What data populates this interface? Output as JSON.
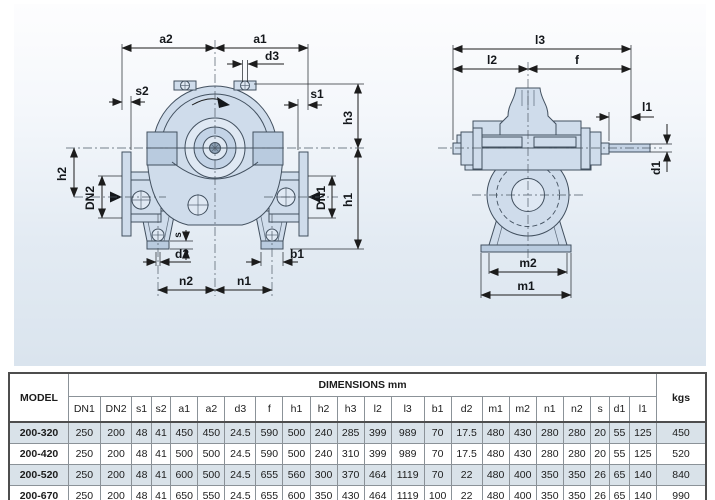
{
  "diagram": {
    "front_view": {
      "labels": {
        "a2": "a2",
        "a1": "a1",
        "d3": "d3",
        "s2": "s2",
        "s1": "s1",
        "h3": "h3",
        "h2": "h2",
        "h1": "h1",
        "dn2": "DN2",
        "dn1": "DN1",
        "s": "s",
        "d2": "d2",
        "b1": "b1",
        "n2": "n2",
        "n1": "n1"
      }
    },
    "side_view": {
      "labels": {
        "l3": "l3",
        "l2": "l2",
        "f": "f",
        "l1": "l1",
        "d1": "d1",
        "m2": "m2",
        "m1": "m1"
      }
    },
    "colors": {
      "body_fill": "#cfdceb",
      "body_dark": "#b9cbdf",
      "outline": "#42505f",
      "dimension": "#1c1c1c",
      "panel_top": "#fdfdfe",
      "panel_bottom": "#dae4ee"
    }
  },
  "table": {
    "model_header": "MODEL",
    "dimensions_header": "DIMENSIONS",
    "dimensions_unit": "mm",
    "weight_header": "kgs",
    "columns": [
      "DN1",
      "DN2",
      "s1",
      "s2",
      "a1",
      "a2",
      "d3",
      "f",
      "h1",
      "h2",
      "h3",
      "l2",
      "l3",
      "b1",
      "d2",
      "m1",
      "m2",
      "n1",
      "n2",
      "s",
      "d1",
      "l1"
    ],
    "rows": [
      {
        "model": "200-320",
        "values": [
          250,
          200,
          48,
          41,
          450,
          450,
          24.5,
          590,
          500,
          240,
          285,
          399,
          989,
          70,
          17.5,
          480,
          430,
          280,
          280,
          20,
          55,
          125
        ],
        "kgs": 450
      },
      {
        "model": "200-420",
        "values": [
          250,
          200,
          48,
          41,
          500,
          500,
          24.5,
          590,
          500,
          240,
          310,
          399,
          989,
          70,
          17.5,
          480,
          430,
          280,
          280,
          20,
          55,
          125
        ],
        "kgs": 520
      },
      {
        "model": "200-520",
        "values": [
          250,
          200,
          48,
          41,
          600,
          500,
          24.5,
          655,
          560,
          300,
          370,
          464,
          1119,
          70,
          22,
          480,
          400,
          350,
          350,
          26,
          65,
          140
        ],
        "kgs": 840
      },
      {
        "model": "200-670",
        "values": [
          250,
          200,
          48,
          41,
          650,
          550,
          24.5,
          655,
          600,
          350,
          430,
          464,
          1119,
          100,
          22,
          480,
          400,
          350,
          350,
          26,
          65,
          140
        ],
        "kgs": 990
      }
    ]
  }
}
